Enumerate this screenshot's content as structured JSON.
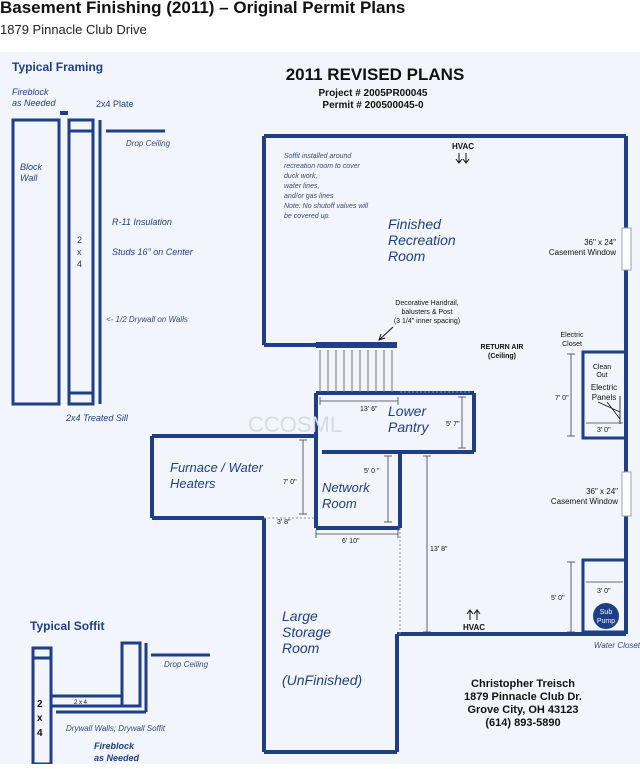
{
  "header": {
    "title": "Basement Finishing (2011) – Original Permit Plans",
    "address": "1879 Pinnacle Club Drive"
  },
  "plan": {
    "title": "2011 REVISED PLANS",
    "project": "Project # 2005PR00045",
    "permit": "Permit # 200500045-0"
  },
  "framing": {
    "title": "Typical Framing",
    "fireblock_1": "Fireblock",
    "fireblock_2": "as Needed",
    "plate": "2x4 Plate",
    "drop_ceiling": "Drop Ceiling",
    "block_1": "Block",
    "block_2": "Wall",
    "insulation": "R-11 Insulation",
    "studs": "Studs 16\" on Center",
    "stud_2": "2",
    "stud_x": "x",
    "stud_4": "4",
    "drywall": "<- 1/2 Drywall on Walls",
    "sill": "2x4 Treated Sill"
  },
  "soffit": {
    "title": "Typical Soffit",
    "drop_ceiling": "Drop Ceiling",
    "small_2x4": "2 x 4",
    "stud_2": "2",
    "stud_x": "x",
    "stud_4": "4",
    "drywall": "Drywall Walls; Drywall Soffit",
    "fireblock_1": "Fireblock",
    "fireblock_2": "as Needed"
  },
  "rooms": {
    "recreation_1": "Finished",
    "recreation_2": "Recreation",
    "recreation_3": "Room",
    "pantry_1": "Lower",
    "pantry_2": "Pantry",
    "furnace_1": "Furnace / Water",
    "furnace_2": "Heaters",
    "network_1": "Network",
    "network_2": "Room",
    "storage_1": "Large",
    "storage_2": "Storage",
    "storage_3": "Room",
    "storage_4": "(UnFinished)"
  },
  "notes": {
    "soffit_1": "Soffit installed around",
    "soffit_2": "recreation room to cover",
    "soffit_3": "duck work,",
    "soffit_4": "water lines,",
    "soffit_5": "and/or gas lines",
    "soffit_6": "Note: No shutoff valves will",
    "soffit_7": "be covered up.",
    "hvac_top": "HVAC",
    "hvac_bottom": "HVAC",
    "window_1a": "36\" x 24\"",
    "window_1b": "Casement Window",
    "window_2a": "36\" x 24\"",
    "window_2b": "Casement Window",
    "handrail_1": "Decorative Handrail,",
    "handrail_2": "balusters & Post",
    "handrail_3": "(3 1/4\" inner spacing)",
    "return_air_1": "RETURN AIR",
    "return_air_2": "(Ceiling)",
    "electric_closet_1": "Electric",
    "electric_closet_2": "Closet",
    "clean_out_1": "Clean",
    "clean_out_2": "Out",
    "electric_panels_1": "Electric",
    "electric_panels_2": "Panels",
    "sub_pump_1": "Sub",
    "sub_pump_2": "Pump",
    "water_closet": "Water Closet",
    "watermark": "CCOSML"
  },
  "dimensions": {
    "d13_6": "13' 6\"",
    "d5_7": "5' 7\"",
    "d5_0_net": "5' 0 \"",
    "d7_0_furn": "7' 0\"",
    "d3_8": "3' 8\"",
    "d6_10": "6' 10\"",
    "d13_8": "13' 8\"",
    "d7_0_elec": "7' 0\"",
    "d3_0_elec": "3' 0\"",
    "d5_0_wc": "5' 0\"",
    "d3_0_wc": "3' 0\""
  },
  "contact": {
    "name": "Christopher Treisch",
    "street": "1879 Pinnacle Club Dr.",
    "city": "Grove City, OH 43123",
    "phone": "(614) 893-5890"
  }
}
